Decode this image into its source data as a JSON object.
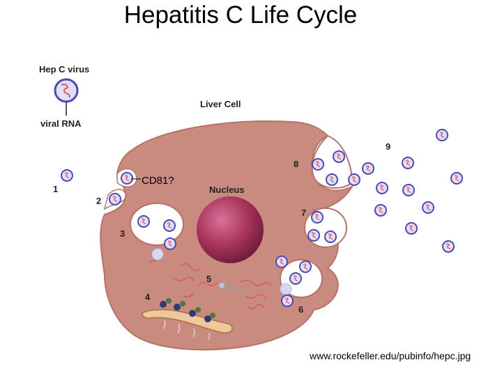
{
  "title": "Hepatitis C Life Cycle",
  "credit": "www.rockefeller.edu/pubinfo/hepc.jpg",
  "legend": {
    "virus": "Hep C virus",
    "rna": "viral RNA"
  },
  "labels": {
    "liver_cell": "Liver Cell",
    "nucleus": "Nucleus",
    "receptor": "CD81?"
  },
  "steps": [
    "1",
    "2",
    "3",
    "4",
    "5",
    "6",
    "7",
    "8",
    "9"
  ],
  "colors": {
    "cell": "#c98a80",
    "cell_edge": "#b57368",
    "nucleus": "#9b2d52",
    "virus_ring": "#4a4ab0",
    "virus_fill": "#d9d4f0",
    "rna": "#d85a6a"
  }
}
